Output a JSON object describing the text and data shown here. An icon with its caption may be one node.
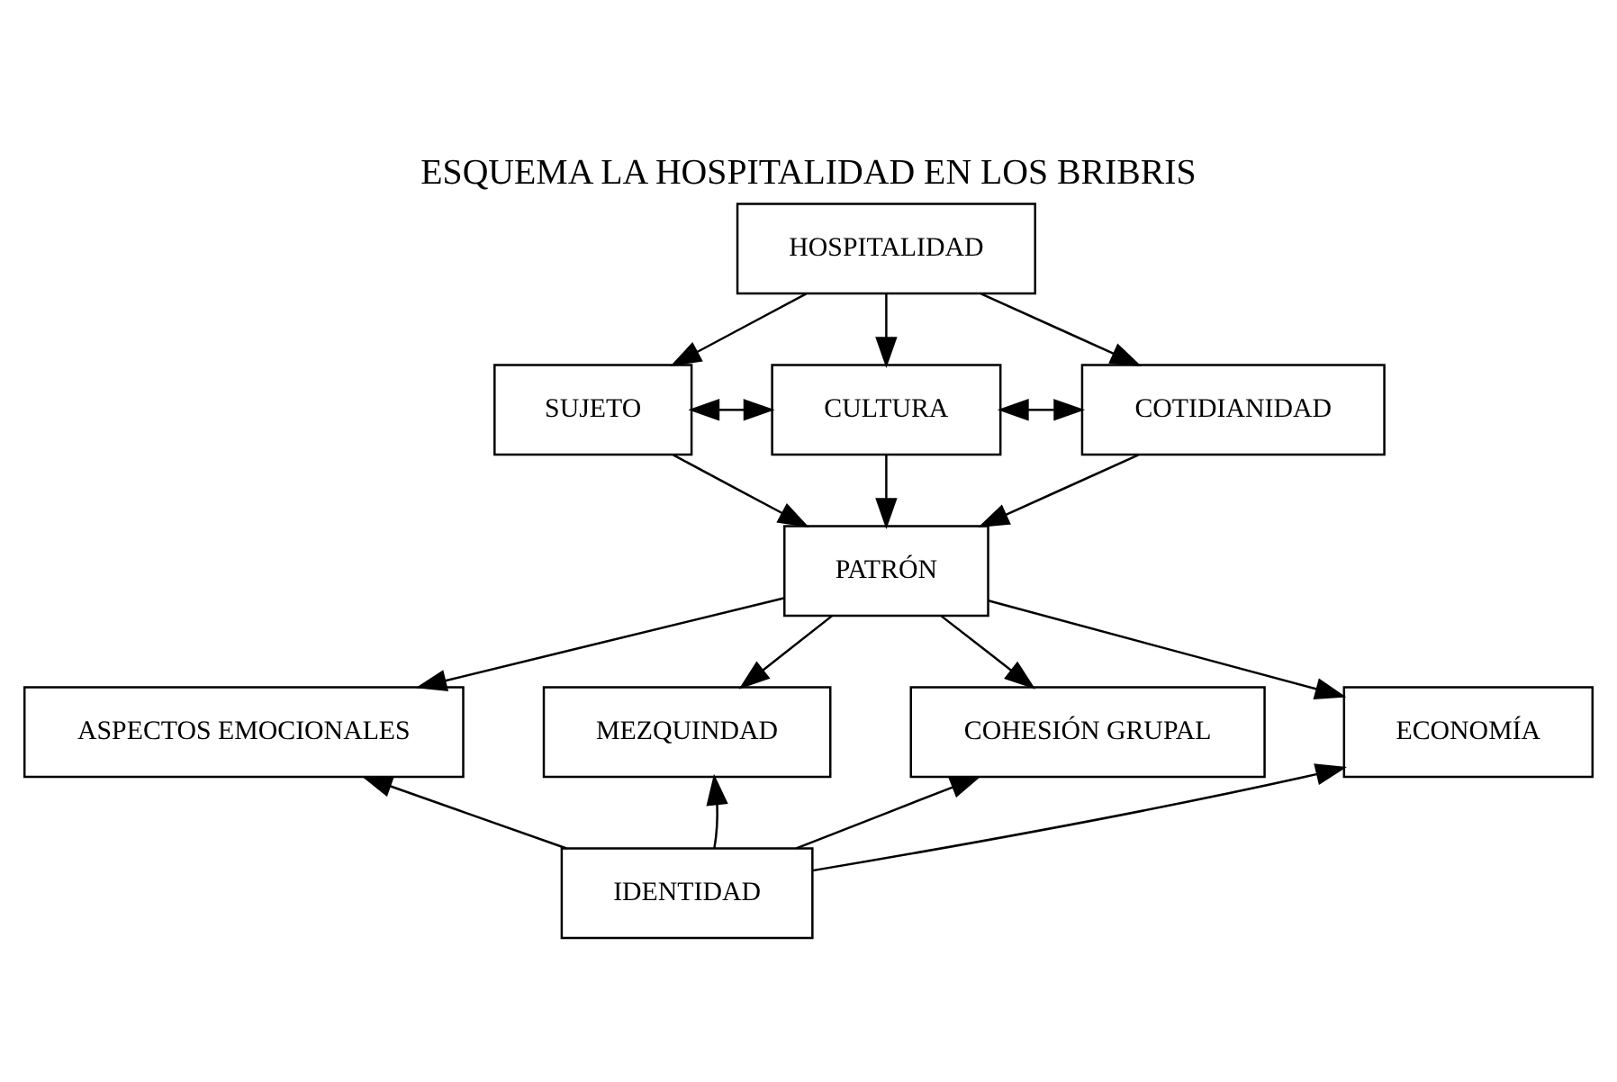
{
  "diagram": {
    "title": "ESQUEMA LA HOSPITALIDAD EN LOS BRIBRIS",
    "nodes": [
      {
        "text": [
          "HOSPITALIDAD"
        ]
      },
      {
        "text": [
          "SUJETO"
        ]
      },
      {
        "text": [
          "CULTURA"
        ]
      },
      {
        "text": [
          "COTIDIANIDAD"
        ]
      },
      {
        "text": [
          "PATRÓN"
        ]
      },
      {
        "text": [
          "ASPECTOS EMOCIONALES"
        ]
      },
      {
        "text": [
          "MEZQUINDAD"
        ]
      },
      {
        "text": [
          "COHESIÓN GRUPAL"
        ]
      },
      {
        "text": [
          "ECONOMÍA"
        ]
      },
      {
        "text": [
          "IDENTIDAD"
        ]
      }
    ],
    "edges": [
      {
        "from": 0,
        "to": 1,
        "arrow": "to"
      },
      {
        "from": 0,
        "to": 2,
        "arrow": "to"
      },
      {
        "from": 0,
        "to": 3,
        "arrow": "to"
      },
      {
        "from": 1,
        "to": 2,
        "arrow": "both"
      },
      {
        "from": 2,
        "to": 3,
        "arrow": "both"
      },
      {
        "from": 1,
        "to": 4,
        "arrow": "to"
      },
      {
        "from": 2,
        "to": 4,
        "arrow": "to"
      },
      {
        "from": 3,
        "to": 4,
        "arrow": "to"
      },
      {
        "from": 4,
        "to": 5,
        "arrow": "to"
      },
      {
        "from": 4,
        "to": 6,
        "arrow": "to"
      },
      {
        "from": 4,
        "to": 7,
        "arrow": "to"
      },
      {
        "from": 4,
        "to": 8,
        "arrow": "to"
      },
      {
        "from": 9,
        "to": 5,
        "arrow": "to"
      },
      {
        "from": 9,
        "to": 6,
        "arrow": "to"
      },
      {
        "from": 9,
        "to": 7,
        "arrow": "to"
      },
      {
        "from": 9,
        "to": 8,
        "arrow": "to"
      }
    ]
  }
}
